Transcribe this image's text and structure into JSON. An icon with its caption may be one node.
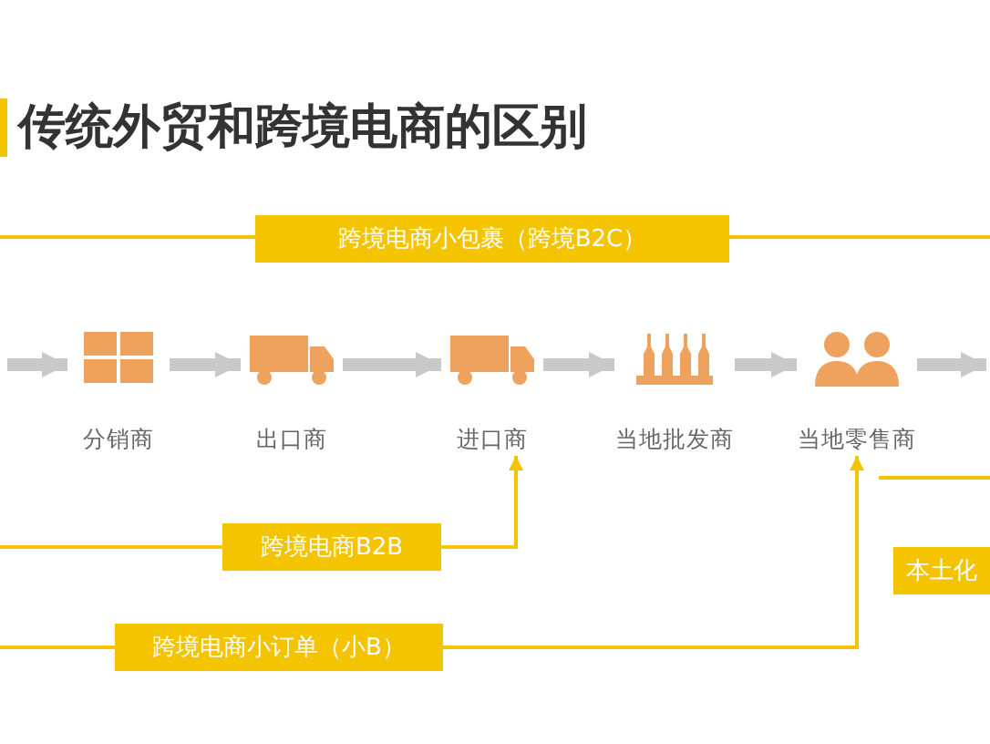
{
  "diagram": {
    "title": "传统外贸和跨境电商的区别",
    "nodes": [
      {
        "text": [
          "跨境电商小包裹（跨境B2C）"
        ]
      },
      {
        "text": [
          "分销商"
        ]
      },
      {
        "text": [
          "出口商"
        ]
      },
      {
        "text": [
          "进口商"
        ]
      },
      {
        "text": [
          "当地批发商"
        ]
      },
      {
        "text": [
          "当地零售商"
        ]
      },
      {
        "text": [
          "跨境电商B2B"
        ]
      },
      {
        "text": [
          "跨境电商小订单（小B）"
        ]
      },
      {
        "text": [
          "本土化"
        ]
      }
    ],
    "edges": [
      {
        "from": null,
        "to": 1,
        "arrow": "to"
      },
      {
        "from": 1,
        "to": 2,
        "arrow": "to"
      },
      {
        "from": 2,
        "to": 3,
        "arrow": "to"
      },
      {
        "from": 3,
        "to": 4,
        "arrow": "to"
      },
      {
        "from": 4,
        "to": 5,
        "arrow": "to"
      },
      {
        "from": 5,
        "to": null,
        "arrow": "to"
      },
      {
        "from": 6,
        "to": 3,
        "arrow": "to",
        "color": "#f5c400"
      },
      {
        "from": 7,
        "to": 5,
        "arrow": "to",
        "color": "#f5c400"
      }
    ]
  }
}
